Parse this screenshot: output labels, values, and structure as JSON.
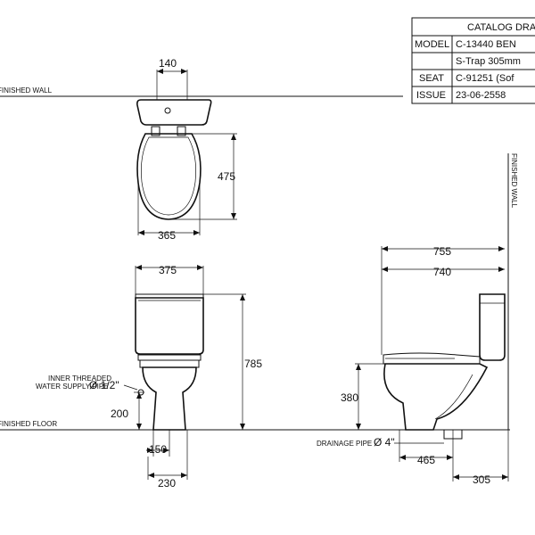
{
  "title_block": {
    "header": "CATALOG DRA",
    "rows": [
      {
        "key": "MODEL",
        "value": "C-13440 BEN"
      },
      {
        "key": "",
        "value": "S-Trap 305mm"
      },
      {
        "key": "SEAT",
        "value": "C-91251 (Sof"
      },
      {
        "key": "ISSUE",
        "value": "23-06-2558"
      }
    ]
  },
  "labels": {
    "finished_wall_top": "FINISHED WALL",
    "finished_wall_side": "FINISHED WALL",
    "finished_floor": "FINISHED FLOOR",
    "water_supply_line1": "INNER THREADED",
    "water_supply_line2": "WATER SUPPLY PIPE",
    "water_supply_size": "Ø 1/2\"",
    "drainage_pipe": "DRAINAGE PIPE",
    "drainage_size": "Ø 4\""
  },
  "dimensions": {
    "top_tank_width": "140",
    "top_bowl_length": "475",
    "top_bowl_width": "365",
    "front_tank_width": "375",
    "front_height": "785",
    "front_supply_height": "200",
    "front_base_inner": "150",
    "front_base_outer": "230",
    "side_overall_depth": "755",
    "side_bowl_depth": "740",
    "side_seat_height": "380",
    "side_drain_offset": "465",
    "side_rough_in": "305"
  }
}
